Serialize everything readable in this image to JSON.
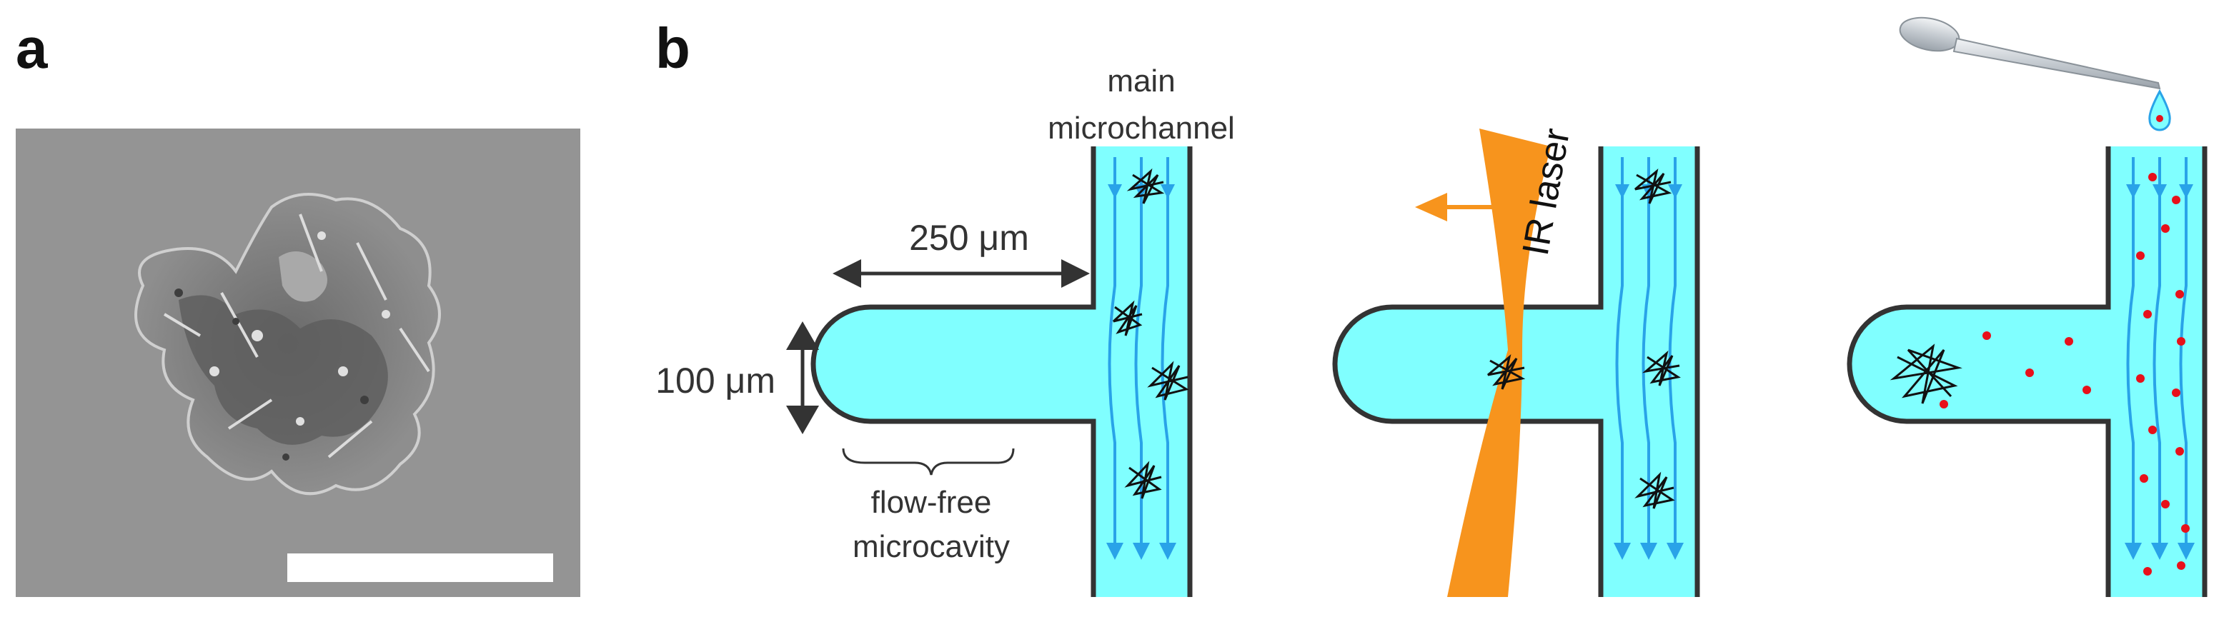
{
  "panel_a": {
    "letter": "a"
  },
  "panel_b": {
    "letter": "b",
    "main_channel_line1": "main",
    "main_channel_line2": "microchannel",
    "width_label": "250 μm",
    "height_label": "100 μm",
    "cavity_label_line1": "flow-free",
    "cavity_label_line2": "microcavity",
    "laser_label": "IR laser"
  },
  "colors": {
    "channel_fill": "#80FFFF",
    "flow_lines": "#29A3E8",
    "laser": "#F7941D",
    "particles": "#E8101A",
    "wall": "#333333"
  }
}
